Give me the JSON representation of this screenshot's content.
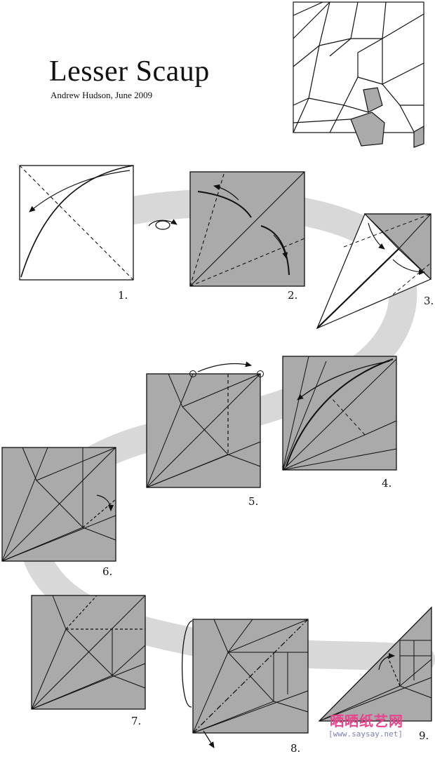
{
  "title": "Lesser Scaup",
  "author": "Andrew Hudson, June 2009",
  "steps": [
    "1.",
    "2.",
    "3.",
    "4.",
    "5.",
    "6.",
    "7.",
    "8.",
    "9."
  ],
  "watermark": {
    "brand": "晒晒纸艺网",
    "url": "[www.saysay.net]"
  },
  "colors": {
    "paper_gray": "#aaaaaa",
    "path_gray": "#d8d8d8",
    "line": "#111111"
  }
}
